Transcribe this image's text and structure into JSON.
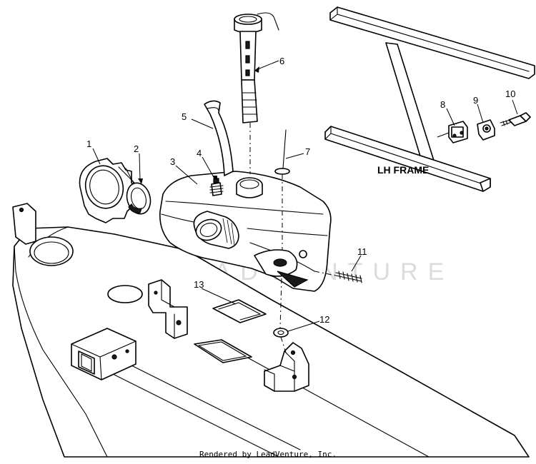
{
  "diagram": {
    "callouts": [
      {
        "id": "1",
        "label": "1"
      },
      {
        "id": "2",
        "label": "2"
      },
      {
        "id": "3",
        "label": "3"
      },
      {
        "id": "4",
        "label": "4"
      },
      {
        "id": "5",
        "label": "5"
      },
      {
        "id": "6",
        "label": "6"
      },
      {
        "id": "7",
        "label": "7"
      },
      {
        "id": "8",
        "label": "8"
      },
      {
        "id": "9",
        "label": "9"
      },
      {
        "id": "10",
        "label": "10"
      },
      {
        "id": "11",
        "label": "11"
      },
      {
        "id": "12",
        "label": "12"
      },
      {
        "id": "13",
        "label": "13"
      }
    ],
    "frame_label": "LH FRAME",
    "watermark": "LEADVENTURE"
  },
  "footer": {
    "text": "Rendered by LeadVenture, Inc."
  }
}
